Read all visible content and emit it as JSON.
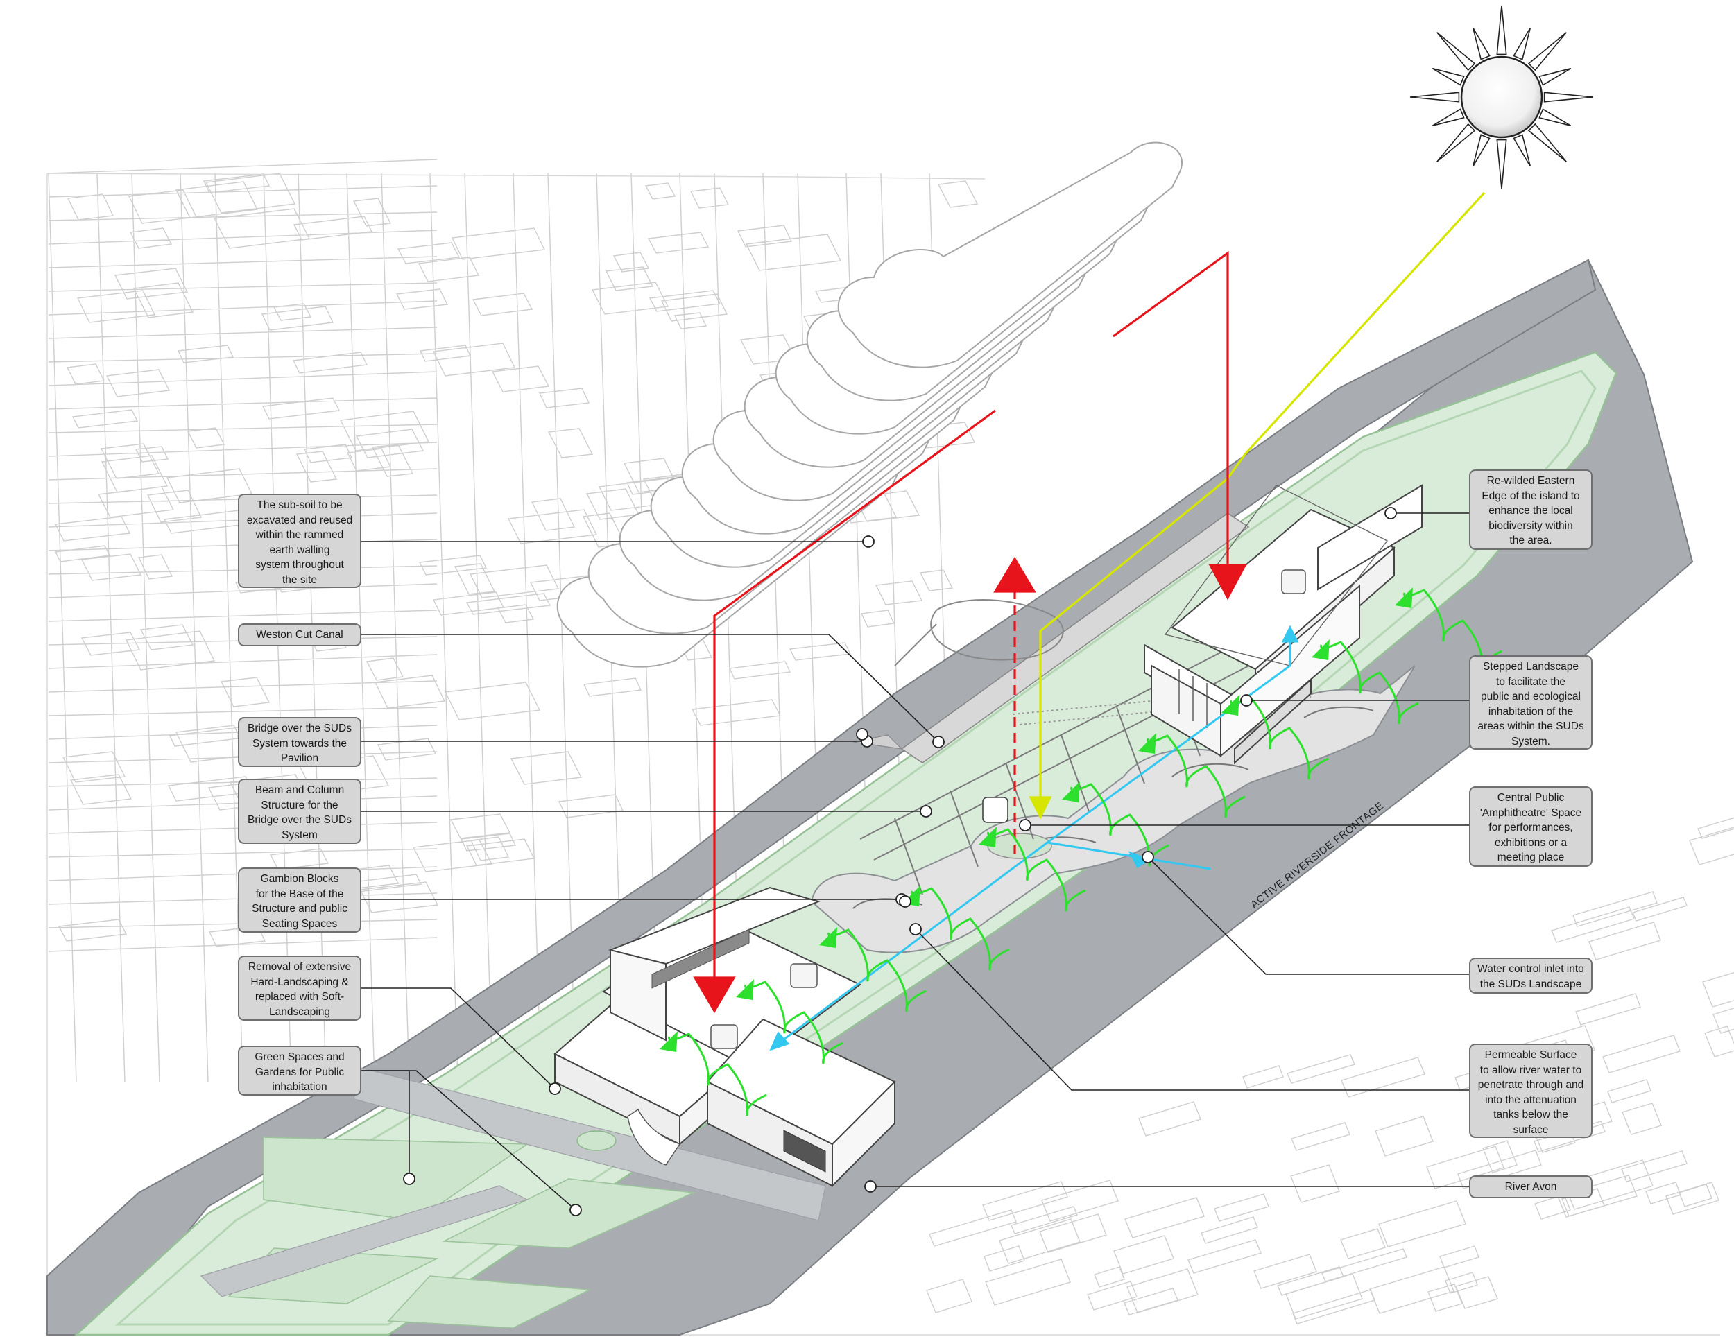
{
  "callouts_left": [
    {
      "id": "subsoil",
      "text": "The sub-soil to be\nexcavated and reused\nwithin the rammed\nearth walling\nsystem throughout\nthe site"
    },
    {
      "id": "weston-canal",
      "text": "Weston Cut Canal"
    },
    {
      "id": "bridge",
      "text": "Bridge over the SUDs\nSystem towards the\nPavilion"
    },
    {
      "id": "beam-column",
      "text": "Beam and Column\nStructure for the\nBridge over the SUDs\nSystem"
    },
    {
      "id": "gambion",
      "text": "Gambion Blocks\nfor the Base of the\nStructure and public\nSeating Spaces"
    },
    {
      "id": "removal",
      "text": "Removal of extensive\nHard-Landscaping &\nreplaced with Soft-\nLandscaping"
    },
    {
      "id": "green-spaces",
      "text": "Green Spaces and\nGardens for Public\ninhabitation"
    }
  ],
  "callouts_right": [
    {
      "id": "rewilded",
      "text": "Re-wilded Eastern\nEdge of the island to\nenhance the local\nbiodiversity within\nthe area."
    },
    {
      "id": "stepped",
      "text": "Stepped Landscape\nto facilitate the\npublic and ecological\ninhabitation of the\nareas within the SUDs\nSystem."
    },
    {
      "id": "amphitheatre",
      "text": "Central Public\n'Amphitheatre' Space\nfor performances,\nexhibitions or a\nmeeting place"
    },
    {
      "id": "water-inlet",
      "text": "Water control inlet into\nthe SUDs Landscape"
    },
    {
      "id": "permeable",
      "text": "Permeable Surface\nto allow river water to\npenetrate through and\ninto the attenuation\ntanks below the\nsurface"
    },
    {
      "id": "river-avon",
      "text": "River Avon"
    }
  ],
  "frontage_label": "ACTIVE RIVERSIDE FRONTAGE",
  "colors": {
    "river": "#a9adb2",
    "green": "#d9ecd9",
    "green_edge": "#b5d6b5",
    "urban_line": "#c8c8c8",
    "label_fill": "#d6d6d6",
    "label_border": "#6f6f6f",
    "sun_arrow": "#d6e600",
    "heat_arrow": "#e8141b",
    "water_arrow": "#33c8f0",
    "wind_arrow": "#2ee02e"
  }
}
